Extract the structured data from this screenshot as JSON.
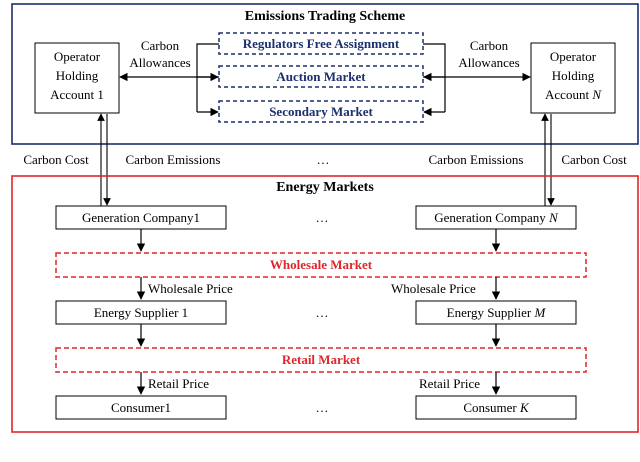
{
  "ets": {
    "title": "Emissions Trading Scheme",
    "color": "#1c2f6e",
    "markets": {
      "free_assignment": "Regulators Free Assignment",
      "auction": "Auction Market",
      "secondary": "Secondary Market"
    },
    "account_left": {
      "line1": "Operator",
      "line2": "Holding",
      "line3": "Account 1"
    },
    "account_right": {
      "line1": "Operator",
      "line2": "Holding",
      "line3": "Account ",
      "index": "N"
    },
    "allowances_left": {
      "line1": "Carbon",
      "line2": "Allowances"
    },
    "allowances_right": {
      "line1": "Carbon",
      "line2": "Allowances"
    }
  },
  "flows": {
    "cost_left": "Carbon Cost",
    "emissions_left": "Carbon Emissions",
    "ellipsis": "…",
    "emissions_right": "Carbon Emissions",
    "cost_right": "Carbon Cost"
  },
  "energy": {
    "title": "Energy Markets",
    "color": "#e0262a",
    "generation_left": "Generation Company1",
    "generation_right_prefix": "Generation Company ",
    "generation_right_index": "N",
    "wholesale_market": "Wholesale Market",
    "wholesale_price_left": "Wholesale Price",
    "wholesale_price_right": "Wholesale Price",
    "supplier_left": "Energy Supplier 1",
    "supplier_right_prefix": "Energy Supplier ",
    "supplier_right_index": "M",
    "retail_market": "Retail Market",
    "retail_price_left": "Retail Price",
    "retail_price_right": "Retail Price",
    "consumer_left": "Consumer1",
    "consumer_right_prefix": "Consumer ",
    "consumer_right_index": "K",
    "ellipsis_gen": "…",
    "ellipsis_sup": "…",
    "ellipsis_con": "…"
  }
}
